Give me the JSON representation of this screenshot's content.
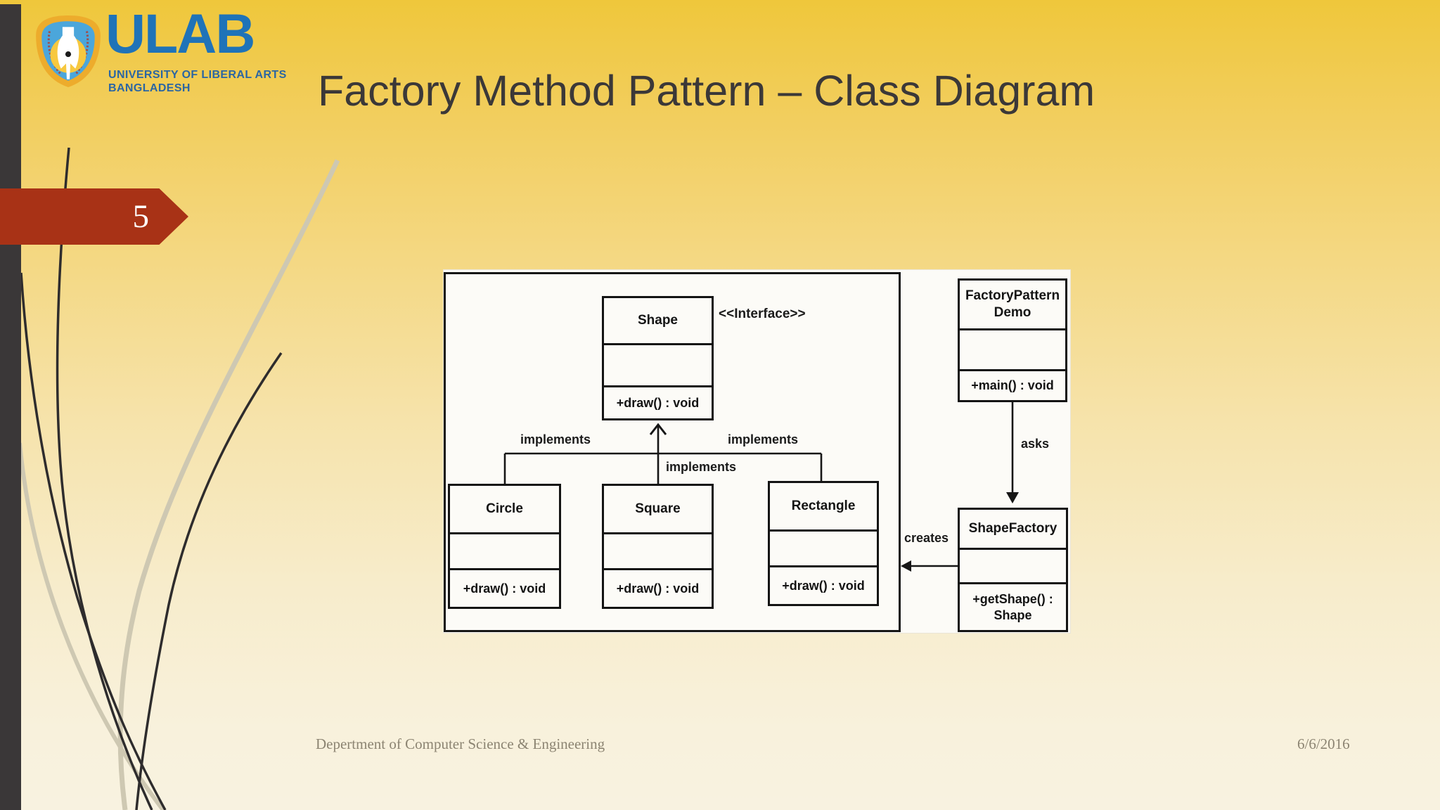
{
  "slide": {
    "title": "Factory Method Pattern – Class Diagram",
    "page_number": "5"
  },
  "logo": {
    "wordmark": "ULAB",
    "tagline_line1": "UNIVERSITY OF LIBERAL ARTS",
    "tagline_line2": "BANGLADESH"
  },
  "footer": {
    "department": "Depertment of Computer Science & Engineering",
    "date": "6/6/2016"
  },
  "uml": {
    "interface_stereotype": "<<Interface>>",
    "classes": {
      "shape": {
        "name": "Shape",
        "attributes": "",
        "methods": "+draw() : void"
      },
      "circle": {
        "name": "Circle",
        "attributes": "",
        "methods": "+draw() : void"
      },
      "square": {
        "name": "Square",
        "attributes": "",
        "methods": "+draw() : void"
      },
      "rectangle": {
        "name": "Rectangle",
        "attributes": "",
        "methods": "+draw() : void"
      },
      "factory_pattern_demo": {
        "name": "FactoryPattern Demo",
        "attributes": "",
        "methods": "+main() : void"
      },
      "shape_factory": {
        "name": "ShapeFactory",
        "attributes": "",
        "methods": "+getShape() : Shape"
      }
    },
    "relationships": {
      "implements_left": "implements",
      "implements_middle": "implements",
      "implements_right": "implements",
      "asks": "asks",
      "creates": "creates"
    }
  },
  "colors": {
    "accent_red": "#A83216",
    "title_text": "#3B3838",
    "logo_blue": "#1F73B8",
    "gold_top": "#EFC73B",
    "cream_bottom": "#F8F2E0",
    "sidebar_dark": "#3A3738",
    "diagram_ink": "#141414",
    "footer_gray": "#8C8472"
  }
}
